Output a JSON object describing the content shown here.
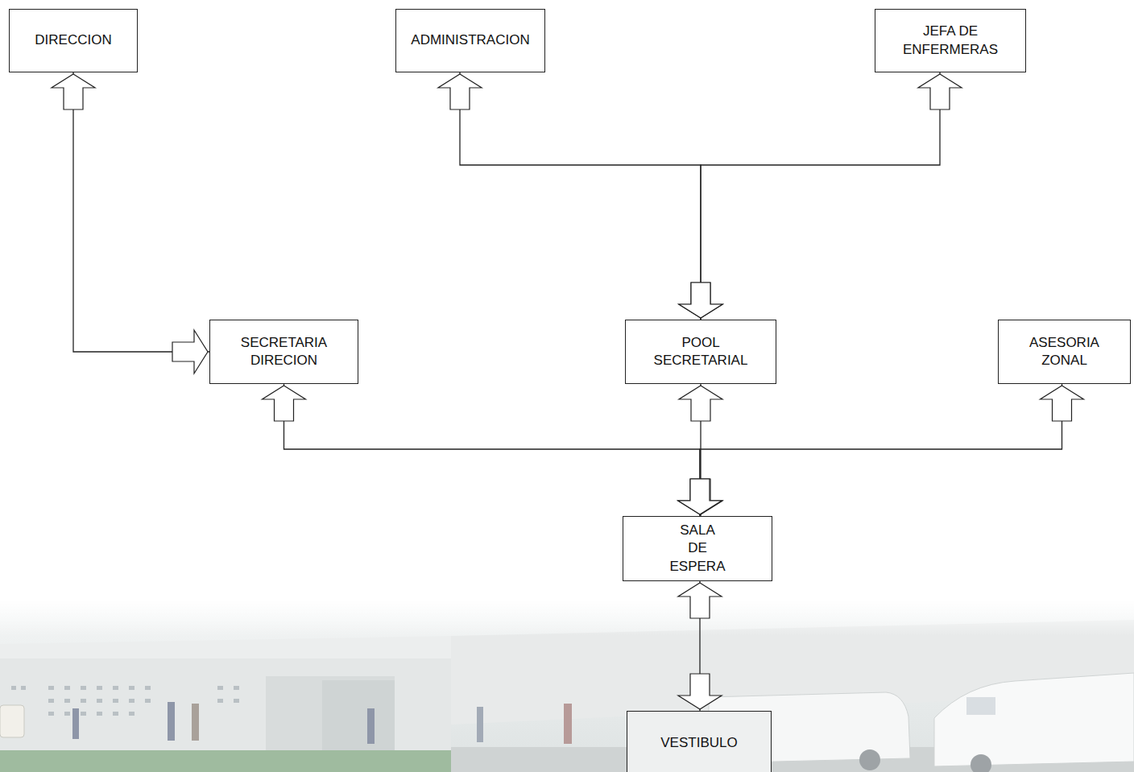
{
  "diagram": {
    "nodes": [
      {
        "text": [
          "DIRECCION"
        ]
      },
      {
        "text": [
          "ADMINISTRACION"
        ]
      },
      {
        "text": [
          "JEFA DE ENFERMERAS"
        ]
      },
      {
        "text": [
          "SECRETARIA DIRECION"
        ]
      },
      {
        "text": [
          "POOL SECRETARIAL"
        ]
      },
      {
        "text": [
          "ASESORIA ZONAL"
        ]
      },
      {
        "text": [
          "SALA DE ESPERA"
        ]
      },
      {
        "text": [
          "VESTIBULO"
        ]
      }
    ],
    "edges": [
      {
        "from": 3,
        "to": 0,
        "arrow": "both"
      },
      {
        "from": 1,
        "to": 4,
        "arrow": "both"
      },
      {
        "from": 2,
        "to": 4,
        "arrow": "both"
      },
      {
        "from": 3,
        "to": 6,
        "arrow": "both"
      },
      {
        "from": 4,
        "to": 6,
        "arrow": "both"
      },
      {
        "from": 5,
        "to": 6,
        "arrow": "both"
      },
      {
        "from": 6,
        "to": 7,
        "arrow": "both"
      }
    ]
  }
}
